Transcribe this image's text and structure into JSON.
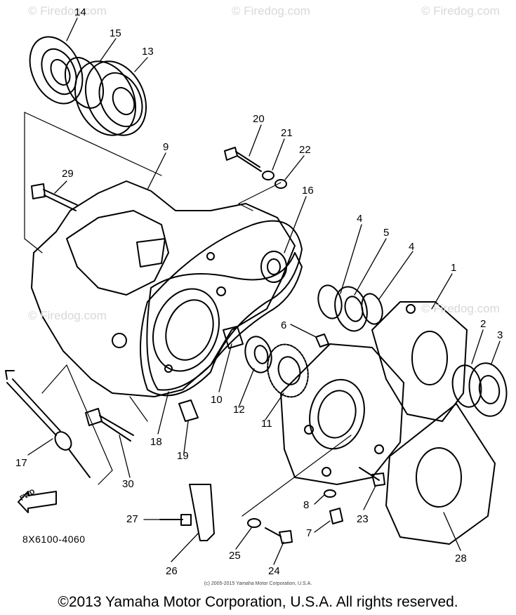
{
  "watermark": "© Firedog.com",
  "callouts": [
    "14",
    "15",
    "13",
    "20",
    "21",
    "22",
    "9",
    "29",
    "16",
    "4",
    "5",
    "4",
    "1",
    "6",
    "2",
    "3",
    "10",
    "12",
    "11",
    "17",
    "18",
    "19",
    "30",
    "27",
    "26",
    "8",
    "7",
    "23",
    "25",
    "24",
    "28"
  ],
  "fwd_label": "FWD",
  "part_code": "8X6100-4060",
  "small_copyright": "(c) 2005-2015 Yamaha Motor Corporation, U.S.A.",
  "copyright": "©2013 Yamaha Motor Corporation, U.S.A. All rights reserved."
}
